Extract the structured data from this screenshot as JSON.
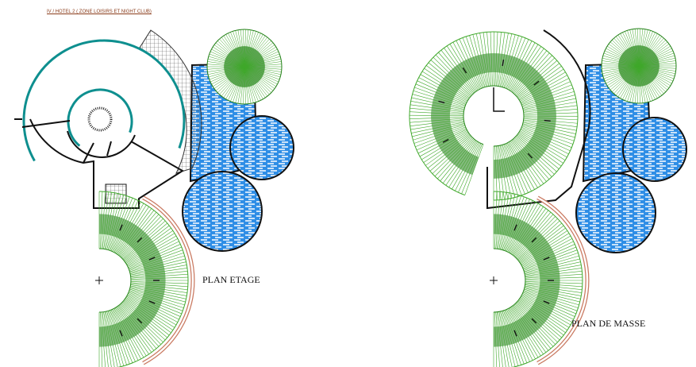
{
  "title": "IV / HOTEL 2 ( ZONE LOISIRS ET NIGHT CLUB)",
  "plans": [
    {
      "label": "PLAN ETAGE"
    },
    {
      "label": "PLAN DE MASSE"
    }
  ],
  "colors": {
    "wall_teal": "#0e8f8f",
    "vegetation": "#3fa82a",
    "vegetation_dark": "#1f7d14",
    "water": "#2f8ee6",
    "terrace": "#c9785f"
  }
}
